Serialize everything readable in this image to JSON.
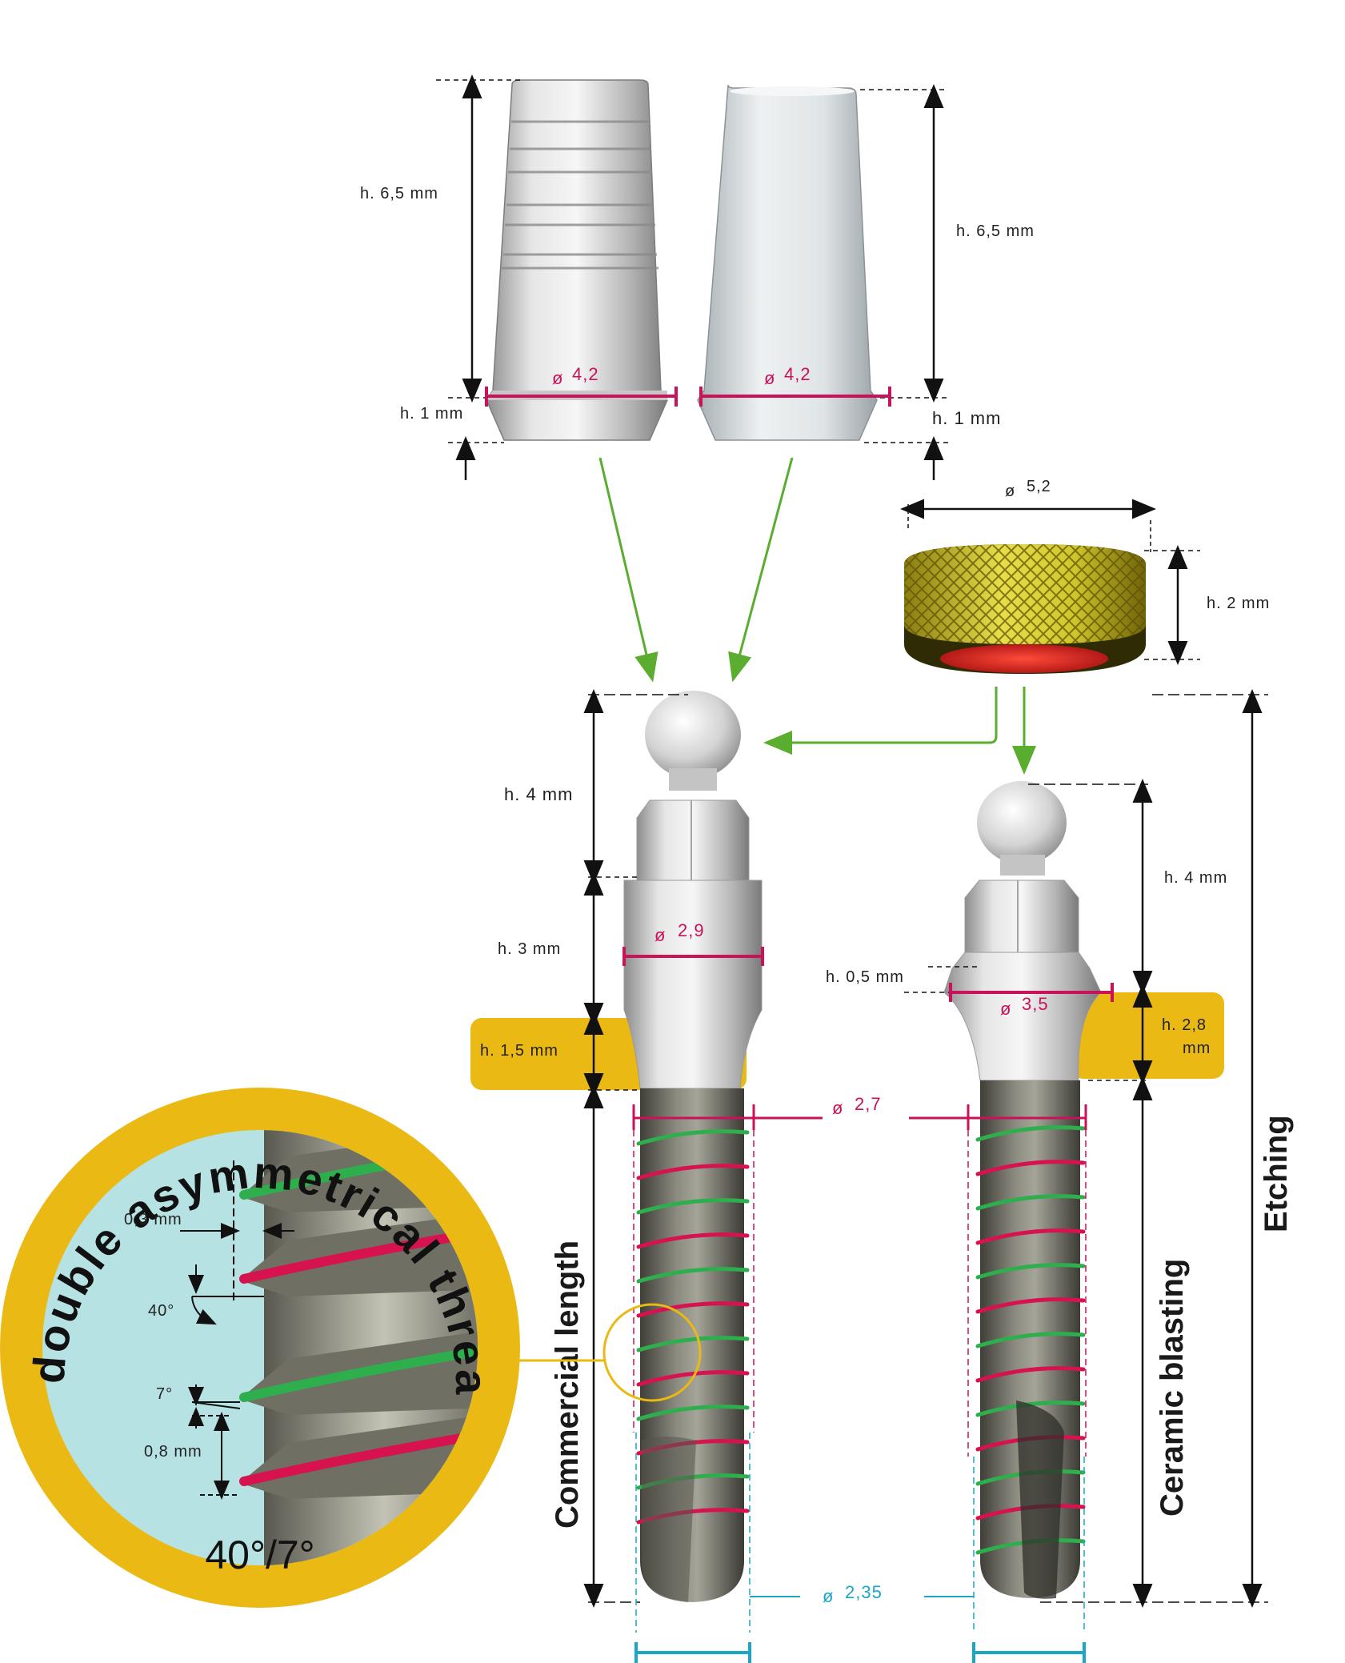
{
  "caps": {
    "left_height": "h. 6,5 mm",
    "left_collar": "h. 1 mm",
    "left_diameter": "4,2",
    "right_height": "h. 6,5 mm",
    "right_collar": "h. 1 mm",
    "right_diameter": "4,2"
  },
  "cap_ring": {
    "diameter": "5,2",
    "height": "h. 2 mm"
  },
  "implant_left": {
    "ball_height": "h. 4 mm",
    "collar_height": "h. 3 mm",
    "collar_diameter": "2,9",
    "gingival_band": "h. 1,5 mm",
    "length_label": "Commercial length"
  },
  "implant_right": {
    "ball_height": "h. 4 mm",
    "step_height": "h. 0,5 mm",
    "collar_diameter": "3,5",
    "gingival_band_line1": "h. 2,8",
    "gingival_band_line2": "mm",
    "blasting_label": "Ceramic blasting"
  },
  "thread_diameter": "2,7",
  "apex_diameter": "2,35",
  "etching_label": "Etching",
  "detail": {
    "ring_text": "a double asymmetrical thread",
    "angle_text": "40°/7°",
    "depth": "0,3 mm",
    "upper_angle": "40°",
    "lower_angle": "7°",
    "pitch": "0,8 mm"
  },
  "colors": {
    "magenta": "#c8125a",
    "green_arrow": "#5aad2e",
    "cyan": "#1aa7c4",
    "gold": "#eab914",
    "thread_green": "#2fae4e",
    "thread_red": "#d6124f"
  }
}
